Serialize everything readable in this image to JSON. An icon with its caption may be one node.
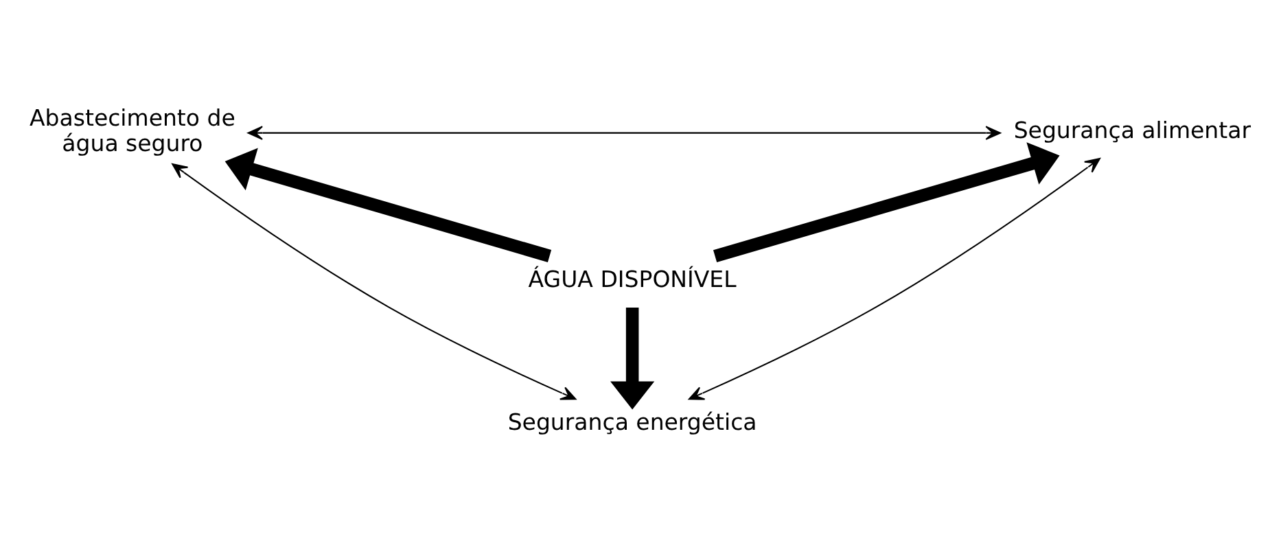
{
  "diagram": {
    "nodes": [
      {
        "text": [
          "Abastecimento de água seguro"
        ]
      },
      {
        "text": [
          "Segurança alimentar"
        ]
      },
      {
        "text": [
          "ÁGUA DISPONÍVEL"
        ]
      },
      {
        "text": [
          "Segurança energética"
        ]
      }
    ],
    "edges": [
      {
        "from": 0,
        "to": 1,
        "arrow": "both"
      },
      {
        "from": 0,
        "to": 3,
        "arrow": "both"
      },
      {
        "from": 1,
        "to": 3,
        "arrow": "both"
      },
      {
        "from": 2,
        "to": 0,
        "arrow": "to",
        "style": "thick"
      },
      {
        "from": 2,
        "to": 1,
        "arrow": "to",
        "style": "thick"
      },
      {
        "from": 2,
        "to": 3,
        "arrow": "to",
        "style": "thick"
      }
    ]
  }
}
